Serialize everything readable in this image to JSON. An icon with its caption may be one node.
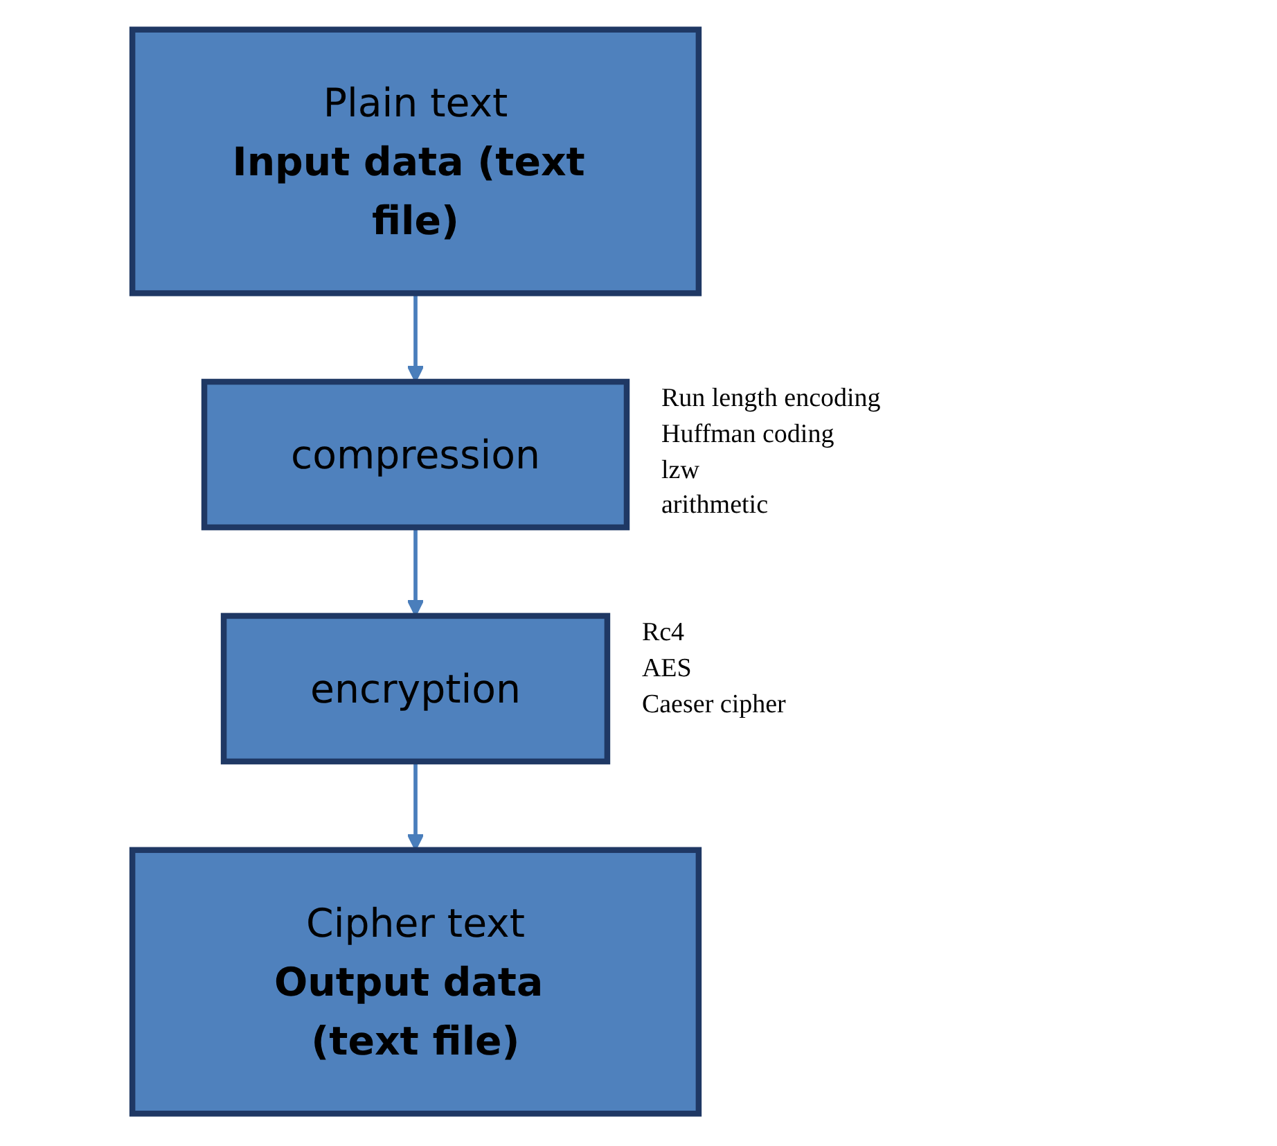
{
  "diagram": {
    "nodes": [
      {
        "text": [
          "Plain text",
          "Input data (text file)"
        ]
      },
      {
        "text": [
          "compression"
        ],
        "beside": [
          "Run length encoding",
          "Huffman coding",
          "lzw",
          "arithmetic"
        ]
      },
      {
        "text": [
          "encryption"
        ],
        "beside": [
          "Rc4",
          "AES",
          "Caeser cipher"
        ]
      },
      {
        "text": [
          "Cipher text",
          "Output data (text file)"
        ]
      }
    ],
    "edges": [
      {
        "from": 0,
        "to": 1,
        "arrow": "to"
      },
      {
        "from": 1,
        "to": 2,
        "arrow": "to"
      },
      {
        "from": 2,
        "to": 3,
        "arrow": "to"
      }
    ]
  }
}
